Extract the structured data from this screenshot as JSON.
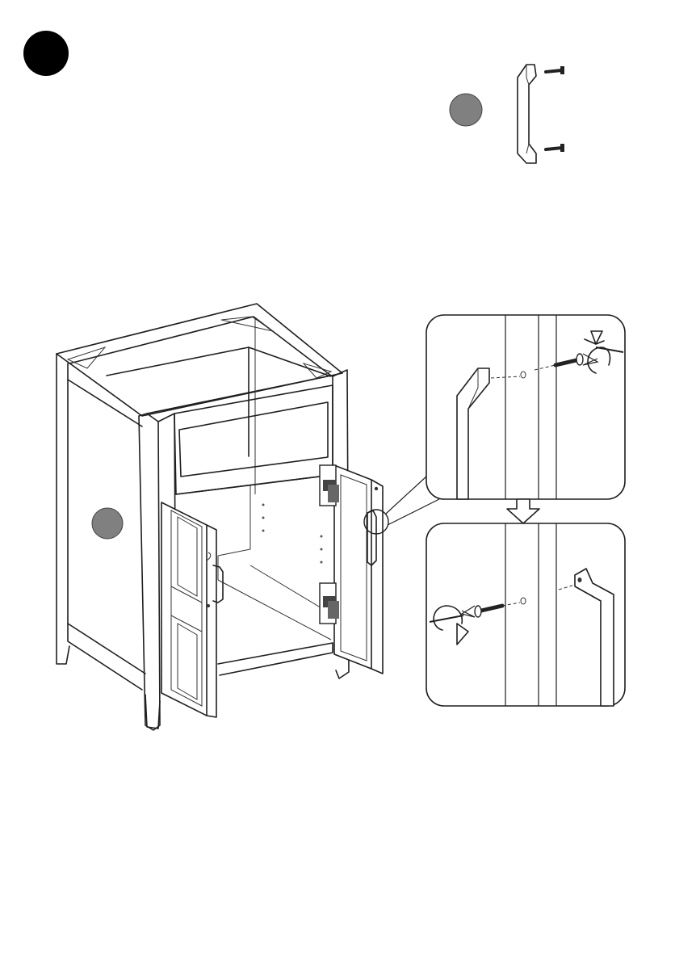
{
  "step": {
    "marker_color": "#000000",
    "marker_label": ""
  },
  "callouts": {
    "part_marker_color": "#808080",
    "cabinet_marker_color": "#808080"
  },
  "arrows": {
    "rotation_direction": "clockwise",
    "transition": "down"
  },
  "icons": [
    "step-number-marker",
    "handle-part-icon",
    "screw-icon",
    "rotate-arrow-icon",
    "down-arrow-icon"
  ]
}
